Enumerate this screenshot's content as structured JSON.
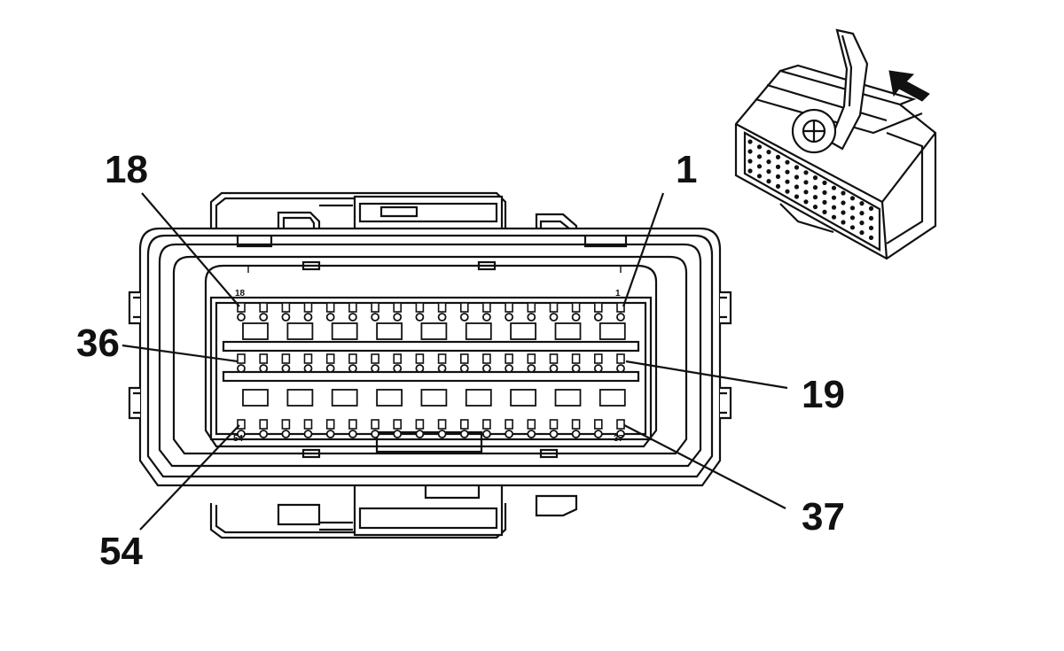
{
  "callouts": {
    "pin_18": "18",
    "pin_1": "1",
    "pin_36": "36",
    "pin_19": "19",
    "pin_54": "54",
    "pin_37": "37"
  },
  "molded_numbers": {
    "top_left": "18",
    "top_right": "1",
    "bottom_left": "54",
    "bottom_right": "37"
  },
  "connector": {
    "total_pins": 54,
    "rows": 3,
    "pins_per_row": 18,
    "row_ranges": [
      {
        "first": 1,
        "last": 18
      },
      {
        "first": 19,
        "last": 36
      },
      {
        "first": 37,
        "last": 54
      }
    ]
  },
  "inset": {
    "arrow_icon": "arrow-pointing-to-locking-tab",
    "view": "connector-isometric"
  },
  "colors": {
    "line": "#111111",
    "background": "#ffffff"
  }
}
